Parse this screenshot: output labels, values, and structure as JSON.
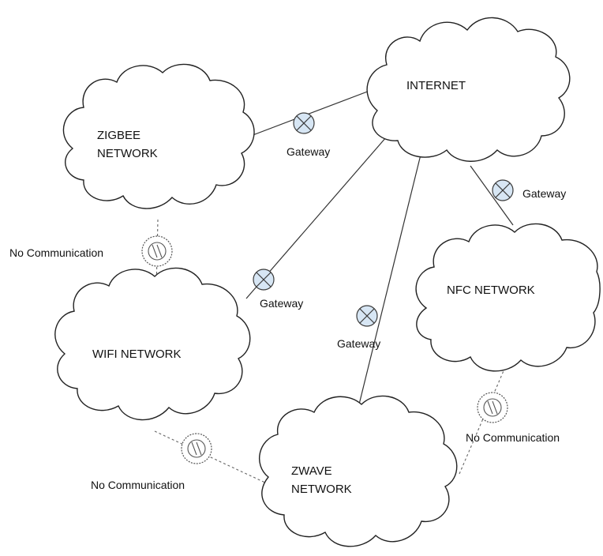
{
  "nodes": {
    "internet": "INTERNET",
    "zigbee": [
      "ZIGBEE",
      "NETWORK"
    ],
    "wifi": "WIFI NETWORK",
    "nfc": "NFC NETWORK",
    "zwave": [
      "ZWAVE",
      "NETWORK"
    ]
  },
  "gateway_label": "Gateway",
  "no_communication_label": "No Communication"
}
